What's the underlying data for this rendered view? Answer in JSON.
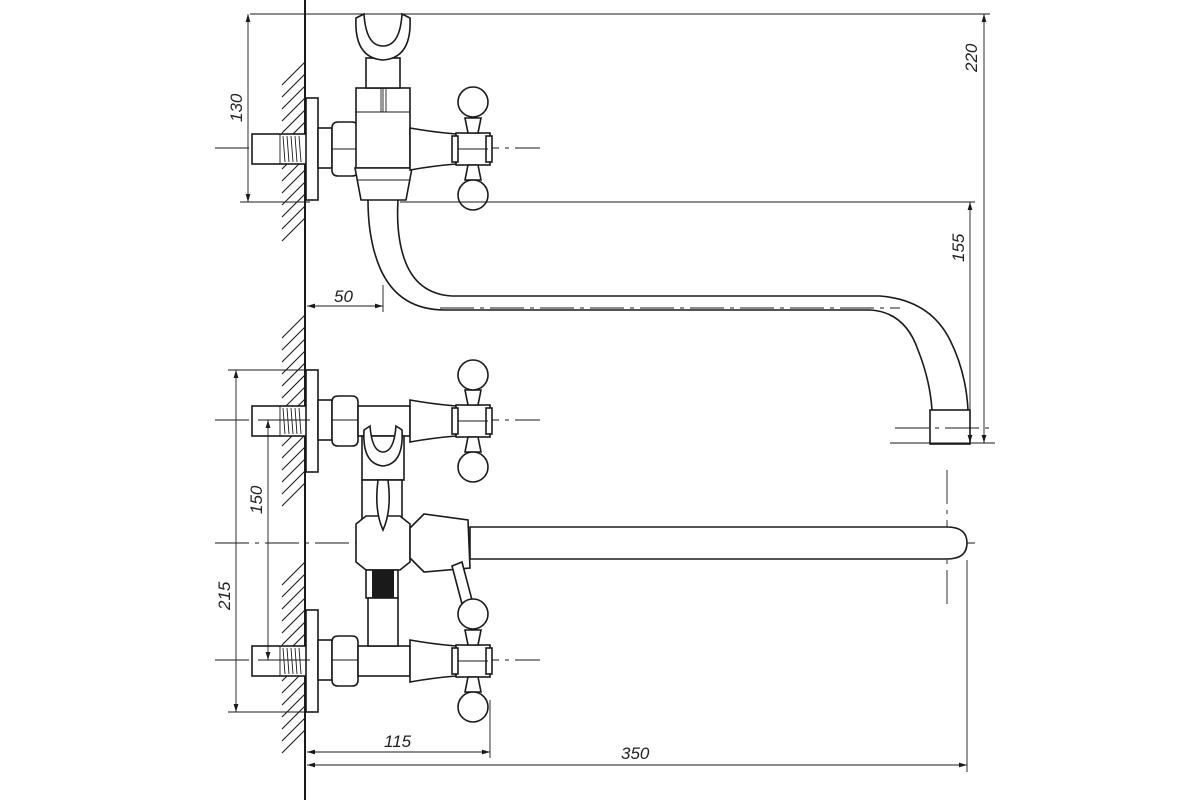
{
  "dimensions": {
    "d220": "220",
    "d130": "130",
    "d155": "155",
    "d50": "50",
    "d150": "150",
    "d215": "215",
    "d115": "115",
    "d350": "350"
  }
}
